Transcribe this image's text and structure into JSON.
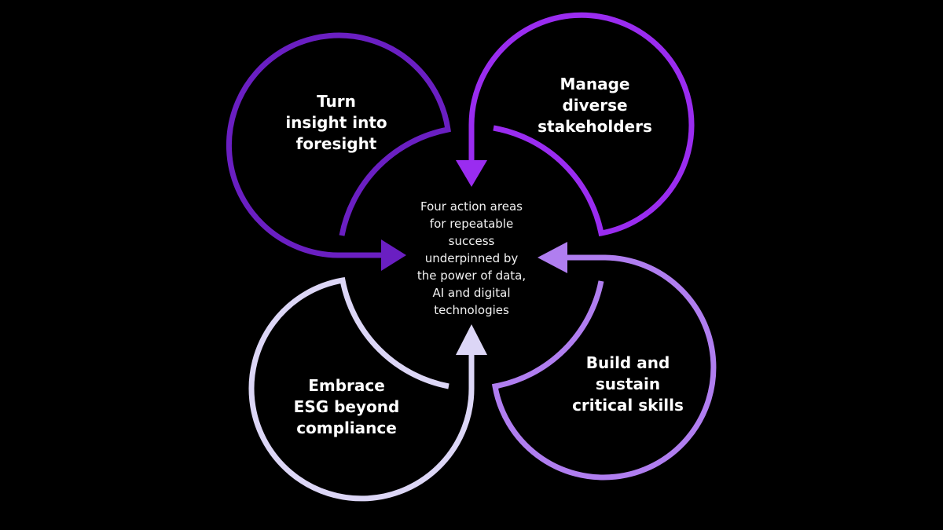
{
  "diagram": {
    "center": {
      "text": "Four action areas\nfor repeatable\nsuccess\nunderpinned by\nthe power of data,\nAI and digital\ntechnologies"
    },
    "loops": [
      {
        "id": "top-left",
        "label": "Turn\ninsight into\nforesight",
        "color": "#6a1fc2",
        "arrow_direction": "right"
      },
      {
        "id": "top-right",
        "label": "Manage\ndiverse\nstakeholders",
        "color": "#9a2cf0",
        "arrow_direction": "down"
      },
      {
        "id": "bottom-right",
        "label": "Build and\nsustain\ncritical skills",
        "color": "#b07ef0",
        "arrow_direction": "left"
      },
      {
        "id": "bottom-left",
        "label": "Embrace\nESG beyond\ncompliance",
        "color": "#dcd6f6",
        "arrow_direction": "up"
      }
    ],
    "background": "#000000"
  }
}
